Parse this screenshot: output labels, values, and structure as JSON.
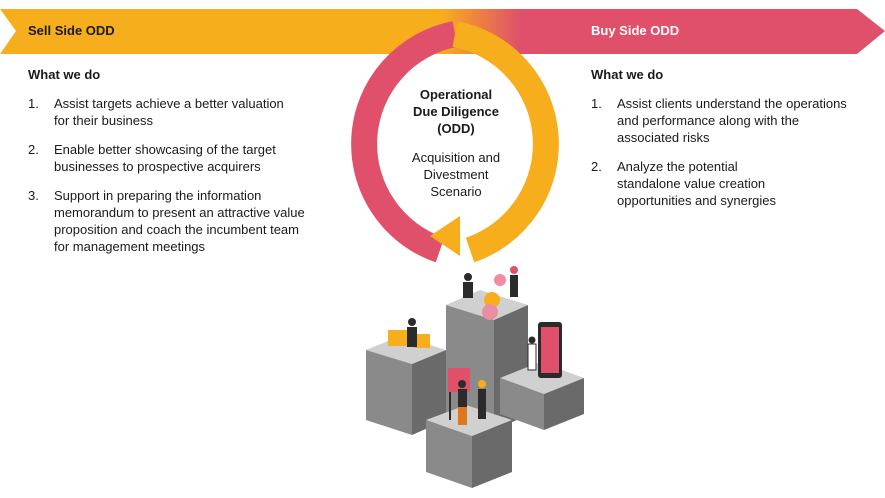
{
  "banner": {
    "sell_label": "Sell Side ODD",
    "buy_label": "Buy Side ODD",
    "sell_color": "#f7ae1d",
    "buy_color": "#e0506a"
  },
  "center": {
    "title_lines": [
      "Operational",
      "Due Diligence",
      "(ODD)"
    ],
    "subtitle_lines": [
      "Acquisition and",
      "Divestment",
      "Scenario"
    ]
  },
  "sell_side": {
    "heading": "What we do",
    "items": [
      {
        "num": "1.",
        "lines": [
          "Assist targets achieve a better valuation",
          "for their business"
        ]
      },
      {
        "num": "2.",
        "lines": [
          "Enable better showcasing of the target",
          "businesses to prospective acquirers"
        ]
      },
      {
        "num": "3.",
        "lines": [
          "Support in preparing the information",
          "memorandum to present an attractive value",
          "proposition and coach the incumbent team",
          "for management meetings"
        ]
      }
    ]
  },
  "buy_side": {
    "heading": "What we do",
    "items": [
      {
        "num": "1.",
        "lines": [
          "Assist clients understand the operations",
          "and performance along with the",
          "associated risks"
        ]
      },
      {
        "num": "2.",
        "lines": [
          "Analyze the potential",
          "standalone value creation",
          "opportunities and synergies"
        ]
      }
    ]
  }
}
